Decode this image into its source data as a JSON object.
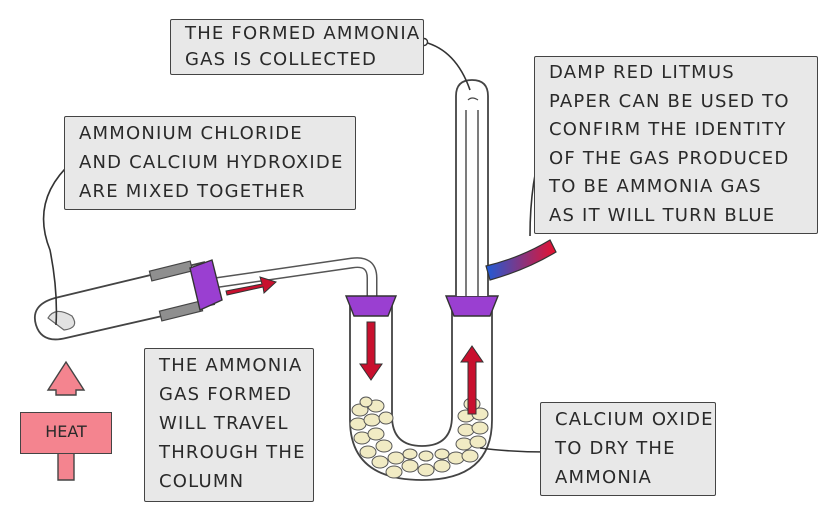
{
  "labels": {
    "collected": [
      "THE FORMED AMMONIA",
      "GAS IS COLLECTED"
    ],
    "litmus": [
      "DAMP RED LITMUS",
      "PAPER CAN BE USED TO",
      "CONFIRM THE IDENTITY",
      "OF THE GAS PRODUCED",
      "TO BE AMMONIA GAS",
      "AS IT WILL TURN BLUE"
    ],
    "reactants": [
      "AMMONIUM CHLORIDE",
      "AND CALCIUM HYDROXIDE",
      "ARE MIXED TOGETHER"
    ],
    "travel": [
      "THE AMMONIA",
      "GAS FORMED",
      "WILL TRAVEL",
      "THROUGH THE",
      "COLUMN"
    ],
    "drying": [
      "CALCIUM OXIDE",
      "TO DRY THE",
      "AMMONIA"
    ],
    "heat": "HEAT"
  },
  "colors": {
    "box_fill": "#e8e8e8",
    "heat_fill": "#f4848f",
    "stopper": "#9a3fd1",
    "arrow": "#c8102e",
    "clamp": "#8f8f8f",
    "pellets": "#f1ebc4",
    "litmus_red": "#e8102e",
    "litmus_blue": "#1f5bd6"
  }
}
